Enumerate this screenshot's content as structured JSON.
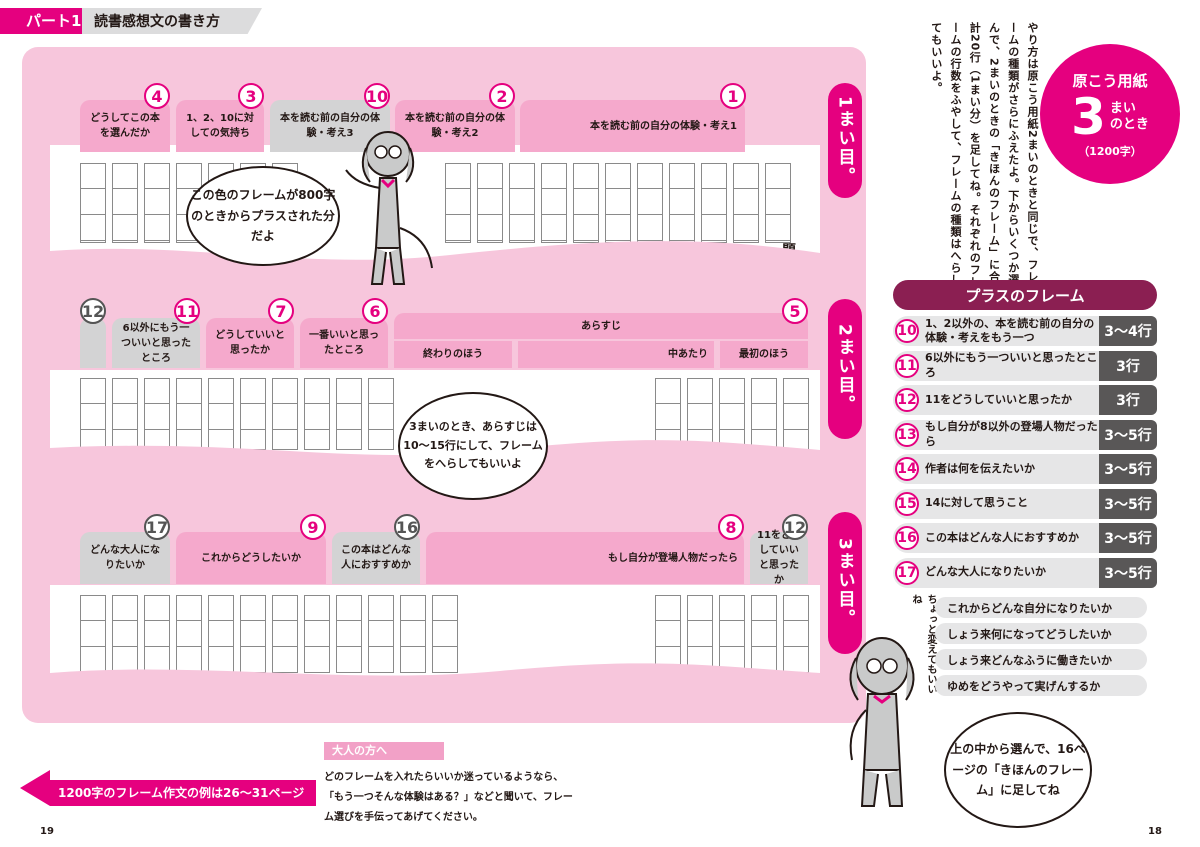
{
  "header": {
    "part": "パート1",
    "title": "読書感想文の書き方"
  },
  "rows": [
    {
      "label": "1まい目。"
    },
    {
      "label": "2まい目。"
    },
    {
      "label": "3まい目。"
    }
  ],
  "row1": [
    {
      "num": "4",
      "text": "どうしてこの本を選んだか"
    },
    {
      "num": "3",
      "text": "1、2、10に対しての気持ち"
    },
    {
      "num": "10",
      "text": "本を読む前の自分の体験・考え3"
    },
    {
      "num": "2",
      "text": "本を読む前の自分の体験・考え2"
    },
    {
      "num": "1",
      "text": "本を読む前の自分の体験・考え1"
    }
  ],
  "row1_title_char": "題",
  "row2": [
    {
      "num": "12",
      "text": ""
    },
    {
      "num": "11",
      "text": "6以外にもう一ついいと思ったところ"
    },
    {
      "num": "7",
      "text": "どうしていいと思ったか"
    },
    {
      "num": "6",
      "text": "一番いいと思ったところ"
    },
    {
      "num": "5",
      "text": "あらすじ"
    }
  ],
  "row2_sub": [
    "終わりのほう",
    "中あたり",
    "最初のほう"
  ],
  "row3": [
    {
      "num": "17",
      "text": "どんな大人になりたいか"
    },
    {
      "num": "9",
      "text": "これからどうしたいか"
    },
    {
      "num": "16",
      "text": "この本はどんな人におすすめか"
    },
    {
      "num": "8",
      "text": "もし自分が登場人物だったら"
    },
    {
      "num": "12",
      "text": "11をどうしていいと思ったか"
    }
  ],
  "bubbles": {
    "b1": "この色のフレームが800字のときからプラスされた分だよ",
    "b2": "3まいのとき、あらすじは10〜15行にして、フレームをへらしてもいいよ",
    "b3": "上の中から選んで、16ページの「きほんのフレーム」に足してね"
  },
  "intro": "やり方は原こう用紙2まいのときと同じで、フレームの種類がさらにふえたよ。下からいくつか選んで、2まいのときの「きほんのフレーム」に合計20行（1まい分）を足してね。それぞれのフレームの行数をふやして、フレームの種類はへらしてもいいよ。",
  "badge": {
    "line1": "原こう用紙",
    "big": "3",
    "small1": "まい",
    "small2": "のとき",
    "note": "（1200字）"
  },
  "plus": {
    "title": "プラスのフレーム",
    "items": [
      {
        "num": "10",
        "text": "1、2以外の、本を読む前の自分の体験・考えをもう一つ",
        "lines": "3〜4行"
      },
      {
        "num": "11",
        "text": "6以外にもう一ついいと思ったところ",
        "lines": "3行"
      },
      {
        "num": "12",
        "text": "11をどうしていいと思ったか",
        "lines": "3行"
      },
      {
        "num": "13",
        "text": "もし自分が8以外の登場人物だったら",
        "lines": "3〜5行"
      },
      {
        "num": "14",
        "text": "作者は何を伝えたいか",
        "lines": "3〜5行"
      },
      {
        "num": "15",
        "text": "14に対して思うこと",
        "lines": "3〜5行"
      },
      {
        "num": "16",
        "text": "この本はどんな人におすすめか",
        "lines": "3〜5行"
      },
      {
        "num": "17",
        "text": "どんな大人になりたいか",
        "lines": "3〜5行"
      }
    ]
  },
  "alt": {
    "note": "ちょっと変えてもいいね",
    "items": [
      "これからどんな自分になりたいか",
      "しょう来何になってどうしたいか",
      "しょう来どんなふうに働きたいか",
      "ゆめをどうやって実げんするか"
    ]
  },
  "adult": {
    "title": "大人の方へ",
    "text": "どのフレームを入れたらいいか迷っているようなら、「もう一つそんな体験はある？」などと聞いて、フレーム選びを手伝ってあげてください。"
  },
  "link": "1200字のフレーム作文の例は26〜31ページ",
  "pages": {
    "left": "19",
    "right": "18"
  },
  "colors": {
    "accent": "#e5007f",
    "panel": "#f7c6dc",
    "frame_pink": "#f5a9cc",
    "frame_gray": "#d3d3d4",
    "dark": "#8b1f52"
  }
}
